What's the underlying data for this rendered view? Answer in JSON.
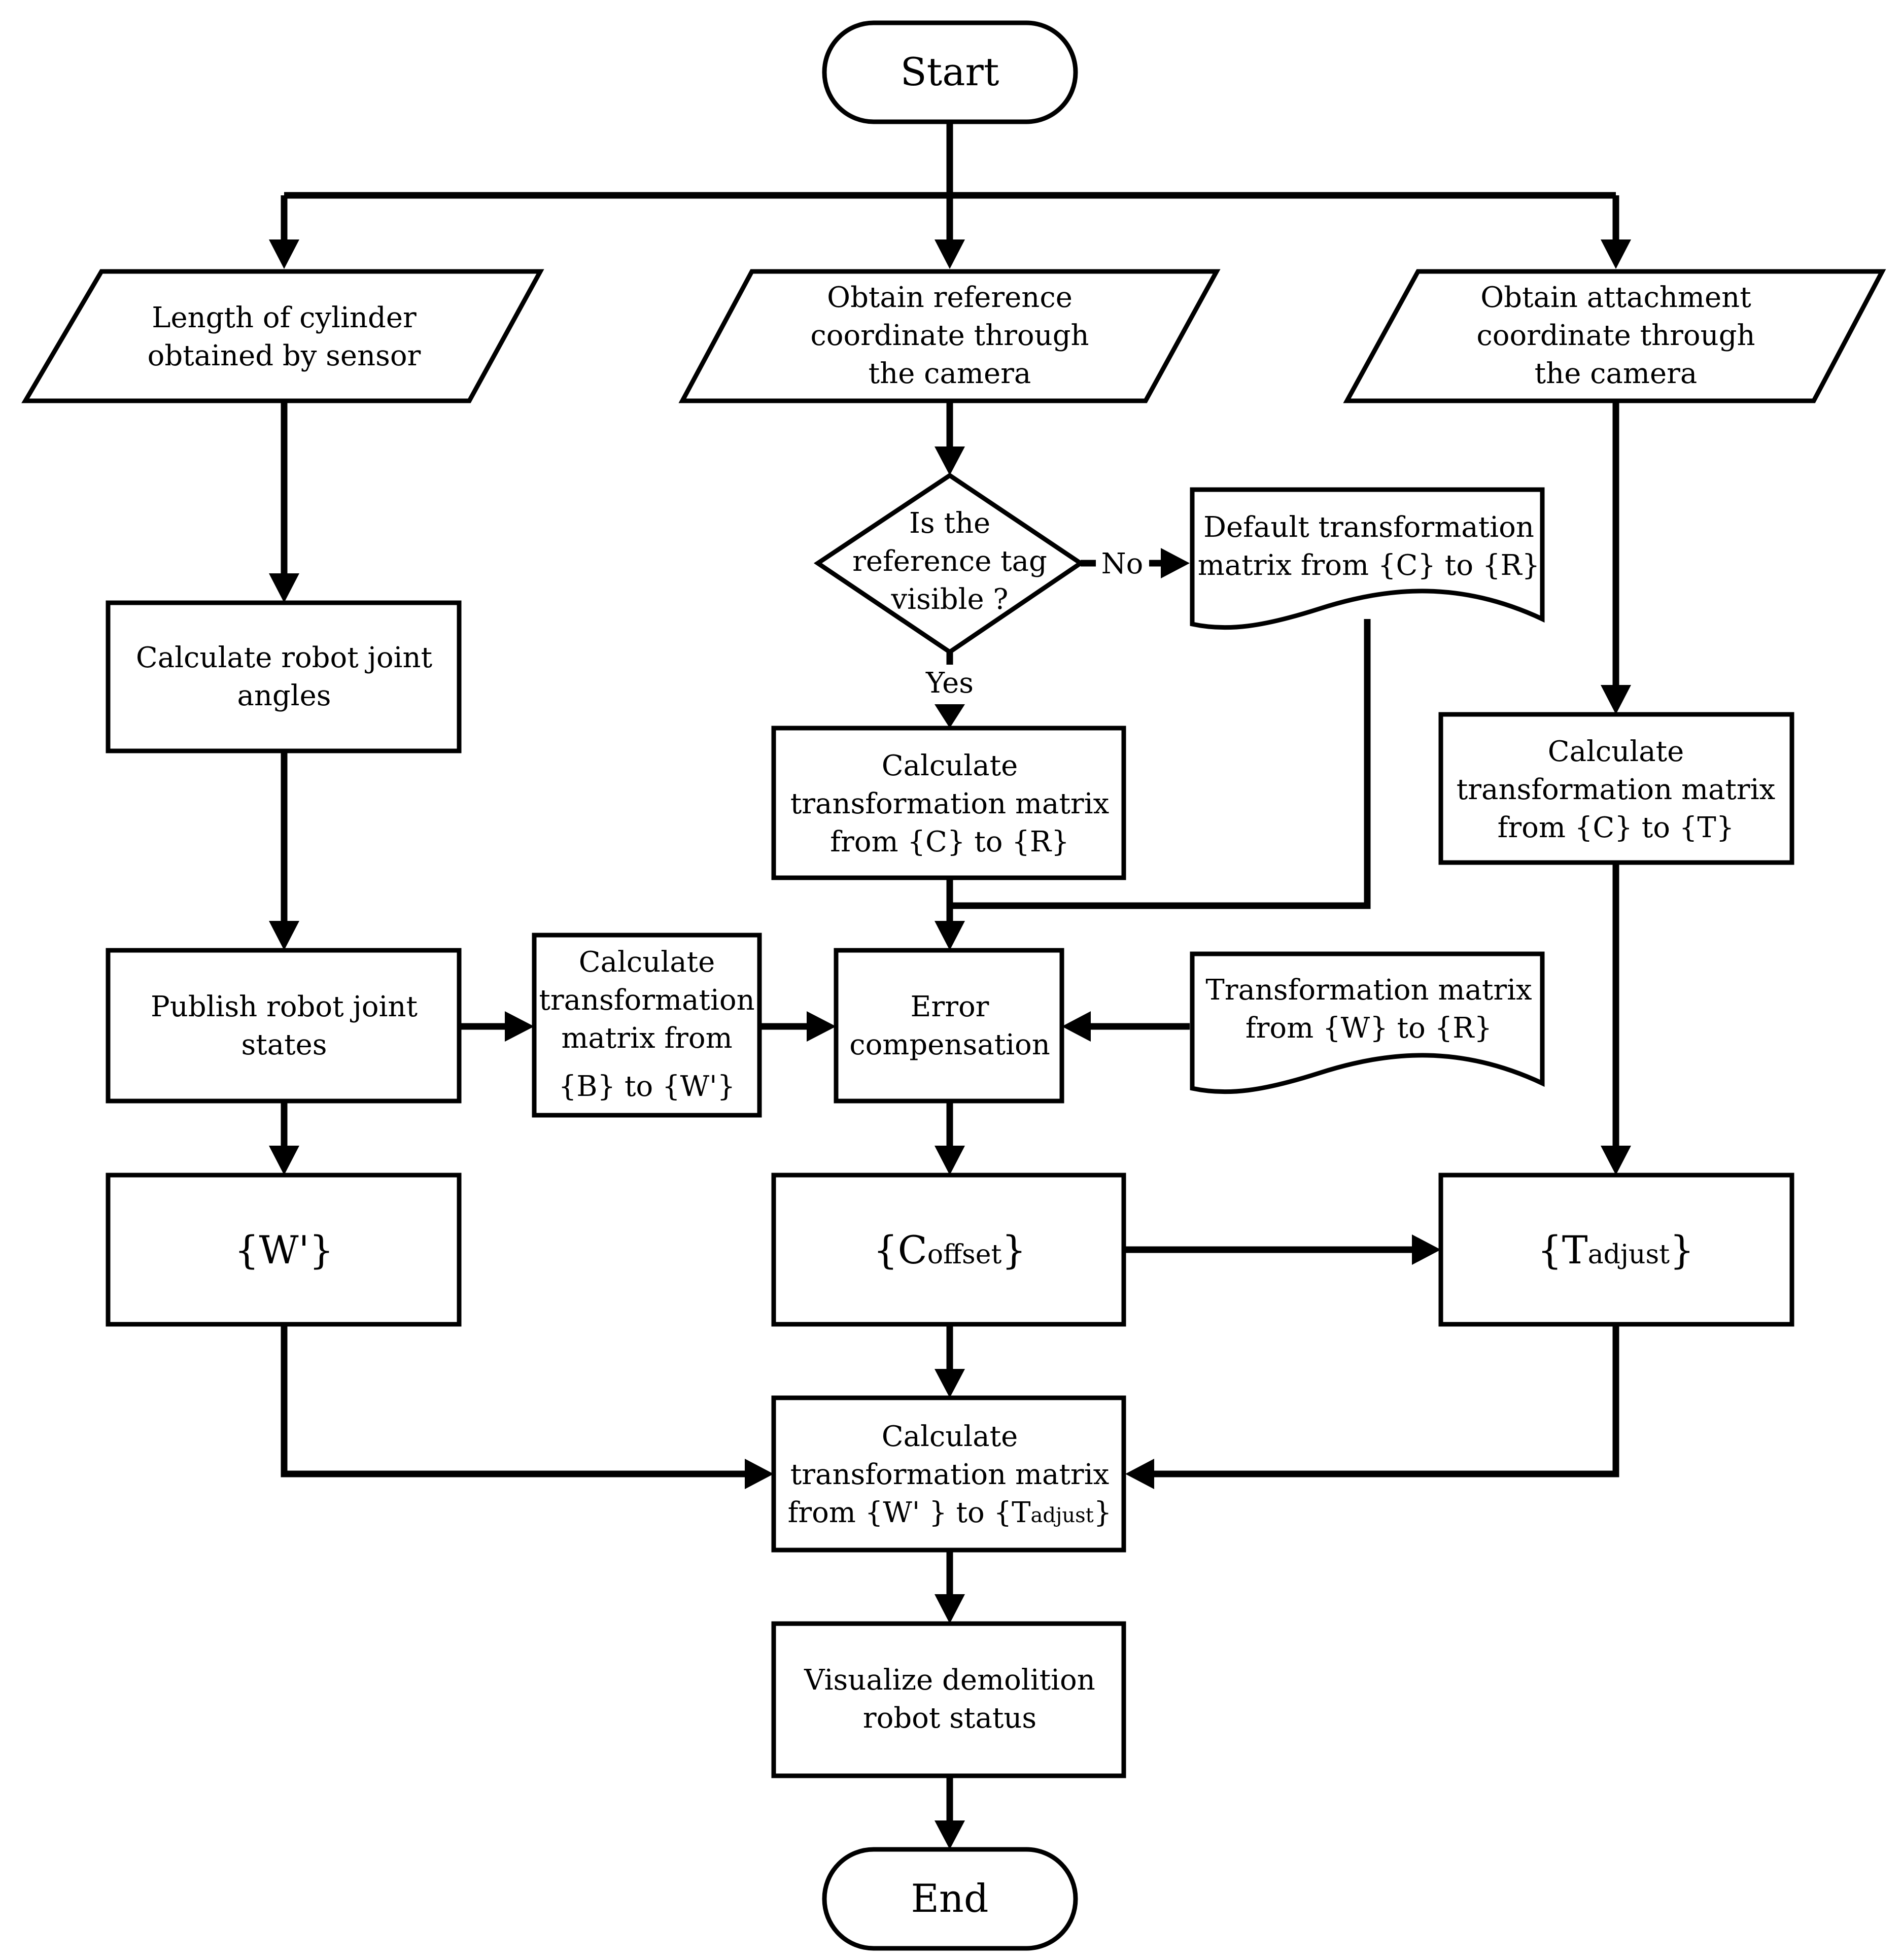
{
  "colors": {
    "stroke": "#000000",
    "background": "#ffffff"
  },
  "terminators": {
    "start": "Start",
    "end": "End"
  },
  "inputs": {
    "cylinder": [
      "Length of cylinder",
      "obtained by sensor"
    ],
    "reference": [
      "Obtain  reference",
      "coordinate  through",
      "the camera"
    ],
    "attachment": [
      "Obtain  attachment",
      "coordinate  through",
      "the camera"
    ]
  },
  "decision": {
    "lines": [
      "Is the",
      "reference tag",
      "visible ?"
    ],
    "no_label": "No",
    "yes_label": "Yes"
  },
  "documents": {
    "default_matrix": [
      "Default transformation",
      "matrix from {C} to {R}"
    ],
    "w_to_r": [
      "Transformation matrix",
      "from {W} to {R}"
    ]
  },
  "processes": {
    "joint_angles": [
      "Calculate robot joint",
      "angles"
    ],
    "publish": [
      "Publish robot joint",
      "states"
    ],
    "b_to_w": [
      "Calculate",
      "transformation",
      "matrix from",
      "{B} to {W'}"
    ],
    "c_to_r": [
      "Calculate",
      "transformation matrix",
      "from {C} to {R}"
    ],
    "error_comp": [
      "Error",
      "compensation"
    ],
    "c_to_t": [
      "Calculate",
      "transformation matrix",
      "from {C} to {T}"
    ],
    "final_calc": {
      "line1": "Calculate",
      "line2": "transformation matrix",
      "line3_main": "from {W' } to {T",
      "line3_sub": "adjust",
      "line3_end": "}"
    },
    "visualize": [
      "Visualize demolition",
      "robot status"
    ]
  },
  "frames": {
    "w_prime": "{W'}",
    "c_offset": {
      "open": "{C",
      "sub": "offset",
      "close": "}"
    },
    "t_adjust": {
      "open": "{T",
      "sub": "adjust",
      "close": "}"
    }
  }
}
